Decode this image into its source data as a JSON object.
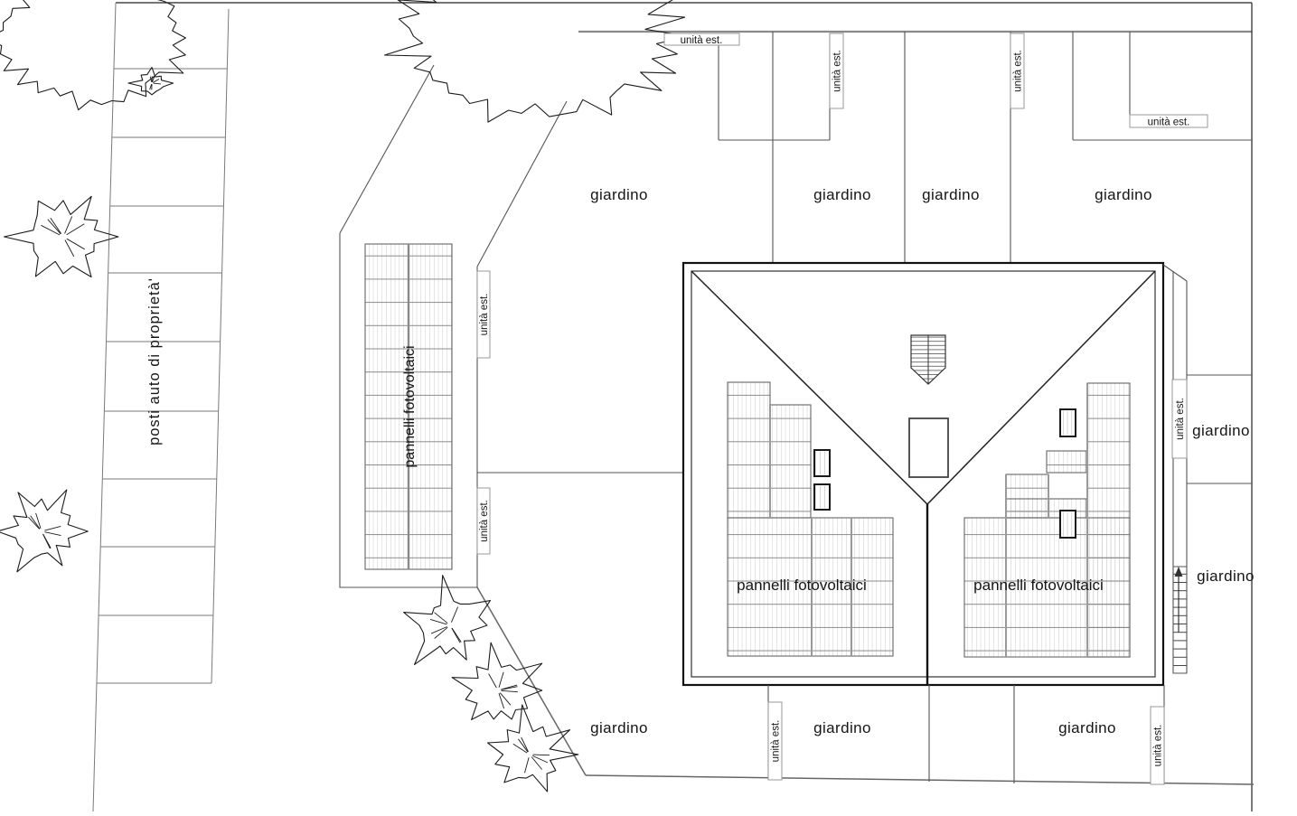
{
  "labels": {
    "garden": "giardino",
    "external_unit": "unità est.",
    "private_parking": "posti auto di proprietà'",
    "photovoltaic_panels": "pannelli fotovoltaici"
  },
  "counts": {
    "garden_labels": 9,
    "external_unit_labels": 9,
    "photovoltaic_panel_areas": 3,
    "parking_stalls": 10
  },
  "colors": {
    "background": "#ffffff",
    "main_line": "#1a1a1a",
    "light_line": "#8a8a8a",
    "hatch_line": "#b4b4b4"
  }
}
